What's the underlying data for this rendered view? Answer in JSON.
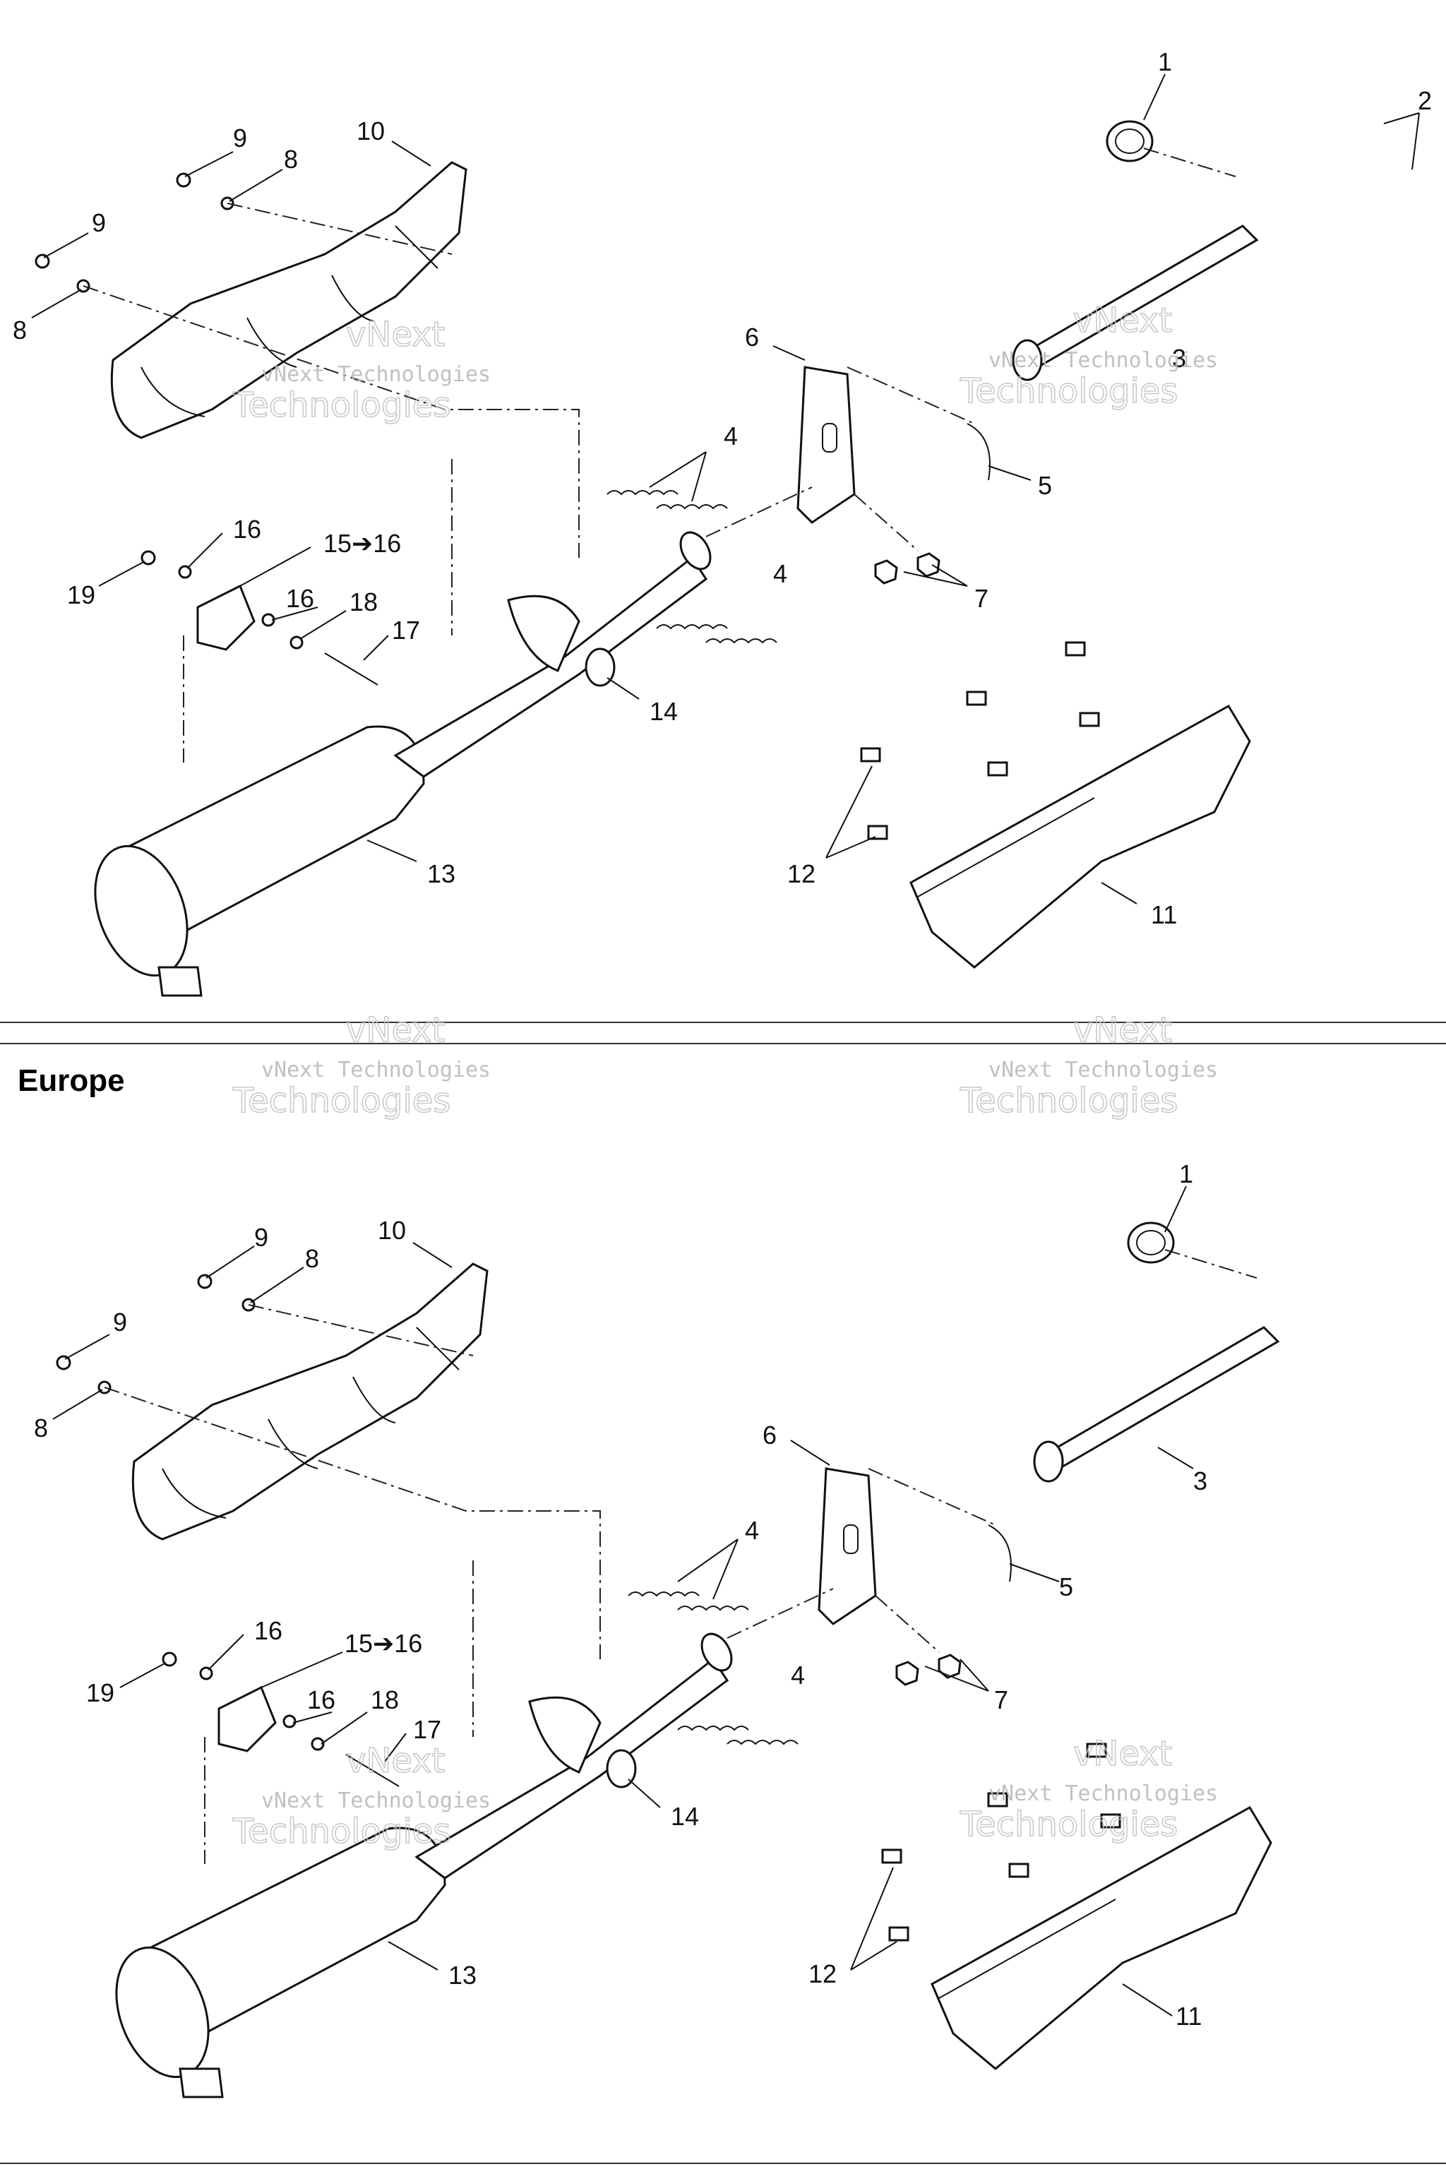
{
  "sections": [
    {
      "heading": "",
      "labels": [
        {
          "id": "1",
          "text": "1"
        },
        {
          "id": "2",
          "text": "2"
        },
        {
          "id": "3",
          "text": "3"
        },
        {
          "id": "4a",
          "text": "4"
        },
        {
          "id": "4b",
          "text": "4"
        },
        {
          "id": "5",
          "text": "5"
        },
        {
          "id": "6",
          "text": "6"
        },
        {
          "id": "7",
          "text": "7"
        },
        {
          "id": "8a",
          "text": "8"
        },
        {
          "id": "8b",
          "text": "8"
        },
        {
          "id": "9a",
          "text": "9"
        },
        {
          "id": "9b",
          "text": "9"
        },
        {
          "id": "10",
          "text": "10"
        },
        {
          "id": "11",
          "text": "11"
        },
        {
          "id": "12",
          "text": "12"
        },
        {
          "id": "13",
          "text": "13"
        },
        {
          "id": "14",
          "text": "14"
        },
        {
          "id": "15",
          "text": "15➔16"
        },
        {
          "id": "16a",
          "text": "16"
        },
        {
          "id": "16b",
          "text": "16"
        },
        {
          "id": "17",
          "text": "17"
        },
        {
          "id": "18",
          "text": "18"
        },
        {
          "id": "19",
          "text": "19"
        }
      ]
    },
    {
      "heading": "Europe",
      "labels": [
        {
          "id": "1",
          "text": "1"
        },
        {
          "id": "3",
          "text": "3"
        },
        {
          "id": "4a",
          "text": "4"
        },
        {
          "id": "4b",
          "text": "4"
        },
        {
          "id": "5",
          "text": "5"
        },
        {
          "id": "6",
          "text": "6"
        },
        {
          "id": "7",
          "text": "7"
        },
        {
          "id": "8a",
          "text": "8"
        },
        {
          "id": "8b",
          "text": "8"
        },
        {
          "id": "9a",
          "text": "9"
        },
        {
          "id": "9b",
          "text": "9"
        },
        {
          "id": "10",
          "text": "10"
        },
        {
          "id": "11",
          "text": "11"
        },
        {
          "id": "12",
          "text": "12"
        },
        {
          "id": "13",
          "text": "13"
        },
        {
          "id": "14",
          "text": "14"
        },
        {
          "id": "15",
          "text": "15➔16"
        },
        {
          "id": "16a",
          "text": "16"
        },
        {
          "id": "16b",
          "text": "16"
        },
        {
          "id": "17",
          "text": "17"
        },
        {
          "id": "18",
          "text": "18"
        },
        {
          "id": "19",
          "text": "19"
        }
      ]
    }
  ],
  "watermark": {
    "line1": "vNext Technologies",
    "line2": "Technologies",
    "line3": "vNext"
  }
}
